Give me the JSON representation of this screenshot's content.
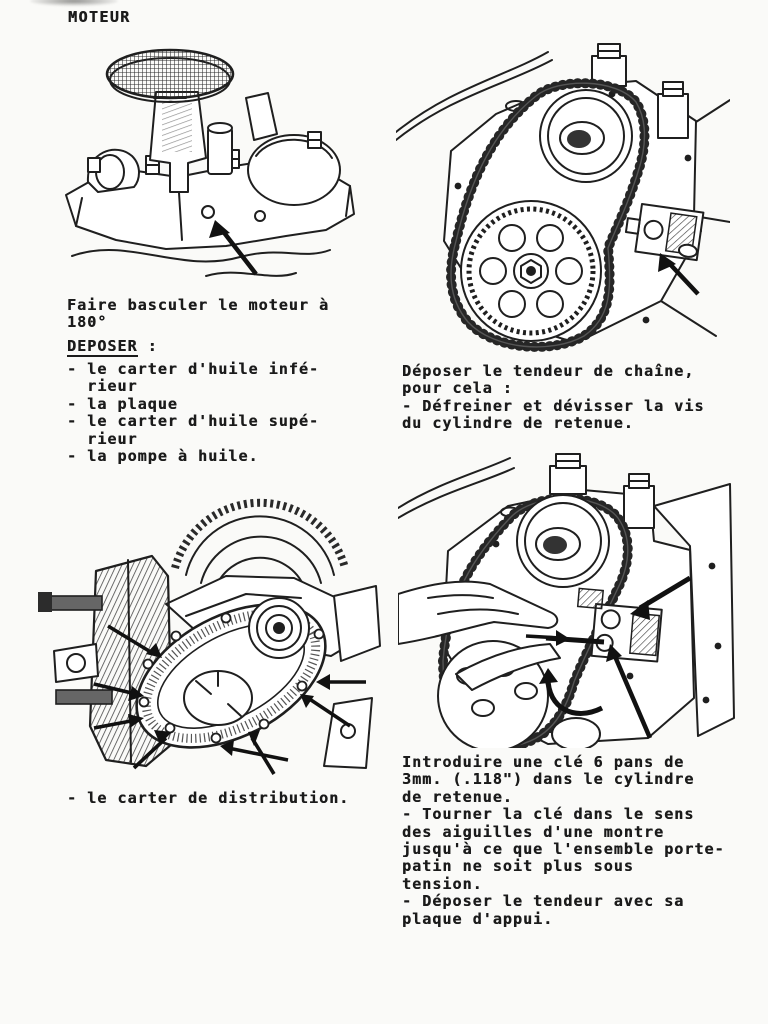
{
  "page": {
    "header": "MOTEUR",
    "paper_color": "#fafaf8",
    "ink_color": "#1b1b1b"
  },
  "left_column": {
    "rotate_caption": {
      "line1": "Faire basculer le moteur à",
      "line2": "180°"
    },
    "remove_heading": {
      "label": "DEPOSER",
      "colon": " :"
    },
    "remove_list": [
      "- le carter d'huile infé-",
      "  rieur",
      "- la plaque",
      "- le carter d'huile supé-",
      "  rieur",
      "- la pompe à huile."
    ],
    "distribution_caption": "- le carter de distribution."
  },
  "right_column": {
    "tensioner_caption": [
      "Déposer le tendeur de chaîne,",
      "pour cela :",
      "- Défreiner et dévisser la vis",
      "du cylindre de retenue."
    ],
    "hexkey_caption": [
      "Introduire une clé 6 pans de",
      "3mm. (.118\") dans le cylindre",
      "de retenue.",
      "- Tourner la clé dans le sens",
      "des aiguilles d'une montre",
      "jusqu'à ce que l'ensemble porte-",
      "patin ne soit plus sous",
      "tension.",
      "- Déposer le tendeur avec sa",
      "plaque d'appui."
    ]
  }
}
